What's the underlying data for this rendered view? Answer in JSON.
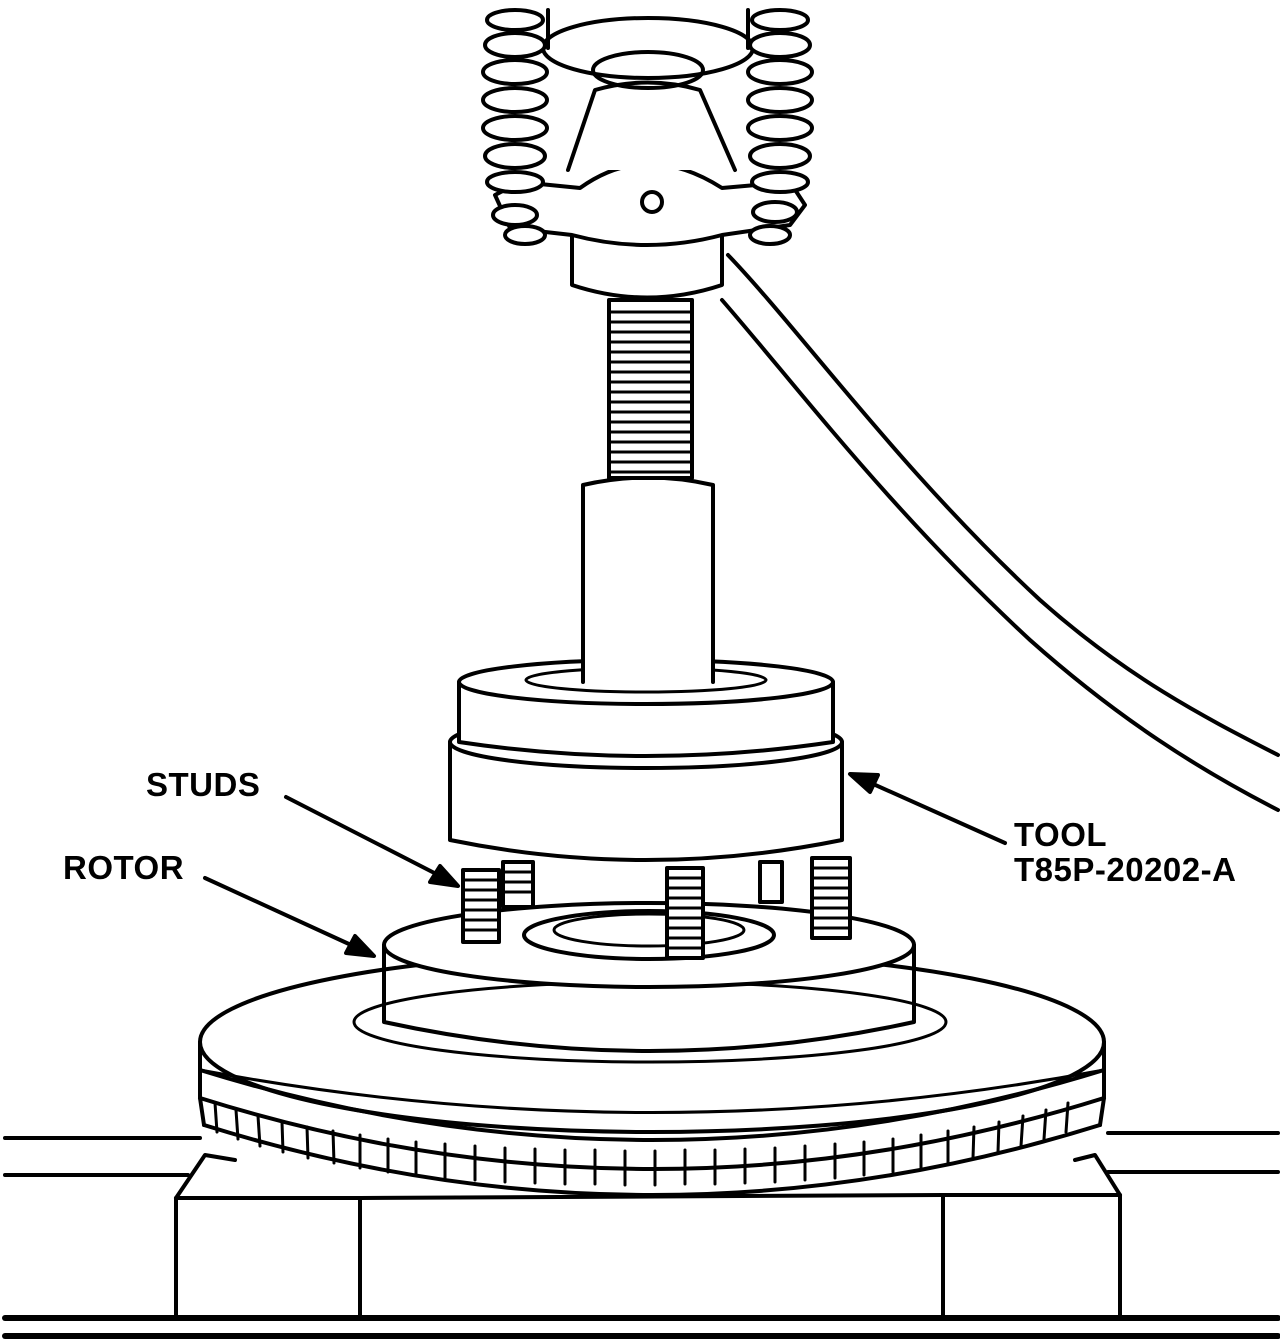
{
  "colors": {
    "ink": "#000000",
    "paper": "#ffffff"
  },
  "labels": {
    "studs": "STUDS",
    "rotor": "ROTOR",
    "tool_line1": "TOOL",
    "tool_line2": "T85P-20202-A"
  },
  "parts": [
    "press-spring",
    "press-ram-head",
    "forcing-screw",
    "adapter-shaft",
    "puller-tool",
    "studs",
    "rotor-hub",
    "brake-rotor",
    "support-blocks",
    "press-bed",
    "hose"
  ]
}
